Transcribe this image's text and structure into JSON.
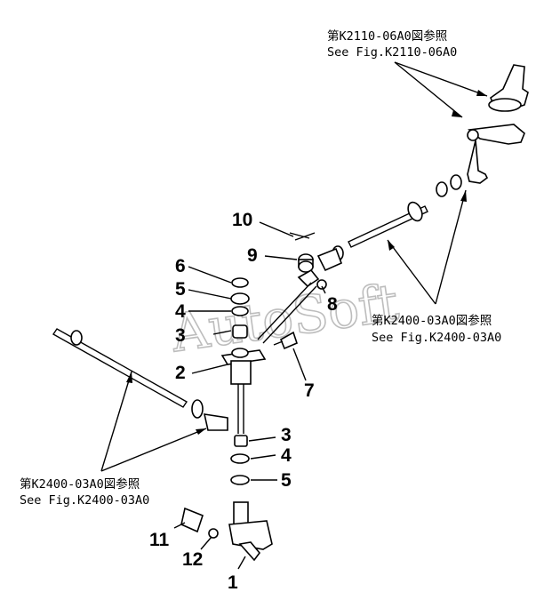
{
  "watermark": "AutoSoft",
  "references": {
    "top": {
      "line1": "第K2110-06A0図参照",
      "line2": "See Fig.K2110-06A0"
    },
    "right": {
      "line1": "第K2400-03A0図参照",
      "line2": "See Fig.K2400-03A0"
    },
    "left": {
      "line1": "第K2400-03A0図参照",
      "line2": "See Fig.K2400-03A0"
    }
  },
  "callouts": {
    "n10": "10",
    "n9": "9",
    "n6": "6",
    "n5a": "5",
    "n4a": "4",
    "n3a": "3",
    "n8": "8",
    "n2": "2",
    "n7": "7",
    "n3b": "3",
    "n4b": "4",
    "n5b": "5",
    "n11": "11",
    "n12": "12",
    "n1": "1"
  }
}
